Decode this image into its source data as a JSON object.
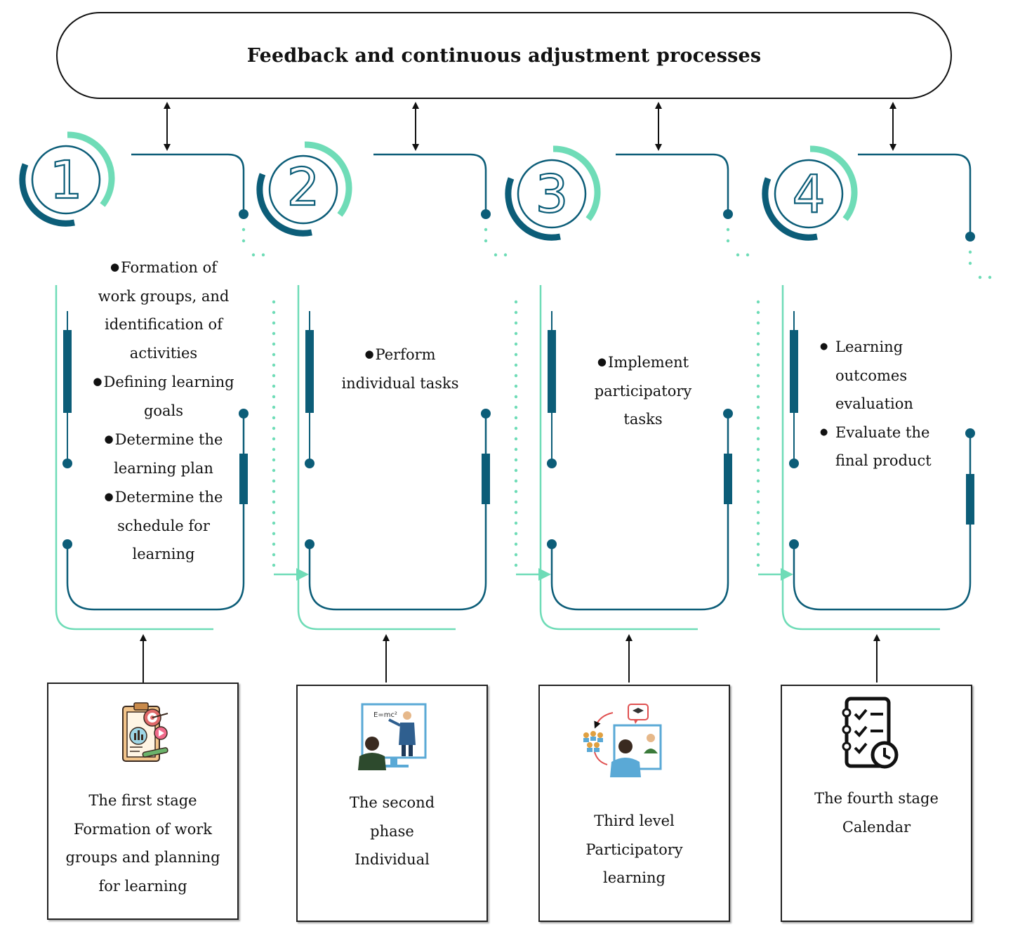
{
  "banner": {
    "title": "Feedback and continuous adjustment processes"
  },
  "stages": [
    {
      "number": "1",
      "bullets": [
        "Formation of work groups, and identification of activities",
        "Defining learning goals",
        "Determine the learning plan",
        "Determine the schedule for learning"
      ],
      "box": {
        "line1": "The first stage",
        "line2": "Formation of work groups and planning for learning"
      }
    },
    {
      "number": "2",
      "bullets": [
        "Perform individual tasks"
      ],
      "box": {
        "line1": "The second phase",
        "line2": "Individual"
      }
    },
    {
      "number": "3",
      "bullets": [
        "Implement participatory tasks"
      ],
      "box": {
        "line1": "Third level",
        "line2": "Participatory learning"
      }
    },
    {
      "number": "4",
      "bullets": [
        "Learning outcomes evaluation",
        "Evaluate the final product"
      ],
      "box": {
        "line1": "The fourth stage",
        "line2": "Calendar"
      }
    }
  ],
  "icons": {
    "stage1": "planning-clipboard-icon",
    "stage2": "teacher-presentation-icon",
    "stage3": "online-collaboration-icon",
    "stage4": "checklist-calendar-icon",
    "formula": "E=mc²"
  },
  "colors": {
    "dark_teal": "#0c5d78",
    "mint": "#6fdcb7",
    "line_dark": "#111111"
  }
}
